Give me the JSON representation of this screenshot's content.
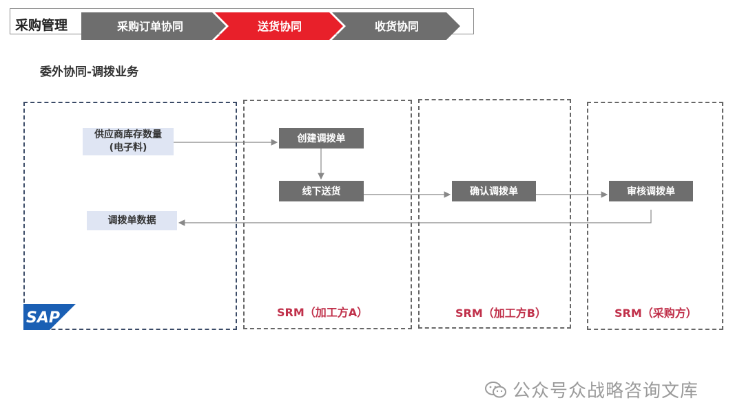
{
  "header": {
    "label": "采购管理",
    "steps": [
      {
        "label": "采购订单协同",
        "active": false
      },
      {
        "label": "送货协同",
        "active": true
      },
      {
        "label": "收货协同",
        "active": false
      }
    ],
    "colors": {
      "inactive": "#6e6e6e",
      "active": "#e8202a"
    }
  },
  "page_title": "委外协同-调拨业务",
  "lanes": {
    "sap": {
      "logo_text": "SAP"
    },
    "processor_a": {
      "label": "SRM（加工方A）"
    },
    "processor_b": {
      "label": "SRM（加工方B）"
    },
    "purchaser": {
      "label": "SRM（采购方）"
    }
  },
  "boxes": {
    "inventory_line1": "供应商库存数量",
    "inventory_line2": "(电子料)",
    "transfer_data": "调拨单数据",
    "create_transfer": "创建调拨单",
    "offline_delivery": "线下送货",
    "confirm_transfer": "确认调拨单",
    "review_transfer": "审核调拨单"
  },
  "watermark": {
    "text": "公众号众战略咨询文库",
    "icon": "wechat-icon"
  }
}
